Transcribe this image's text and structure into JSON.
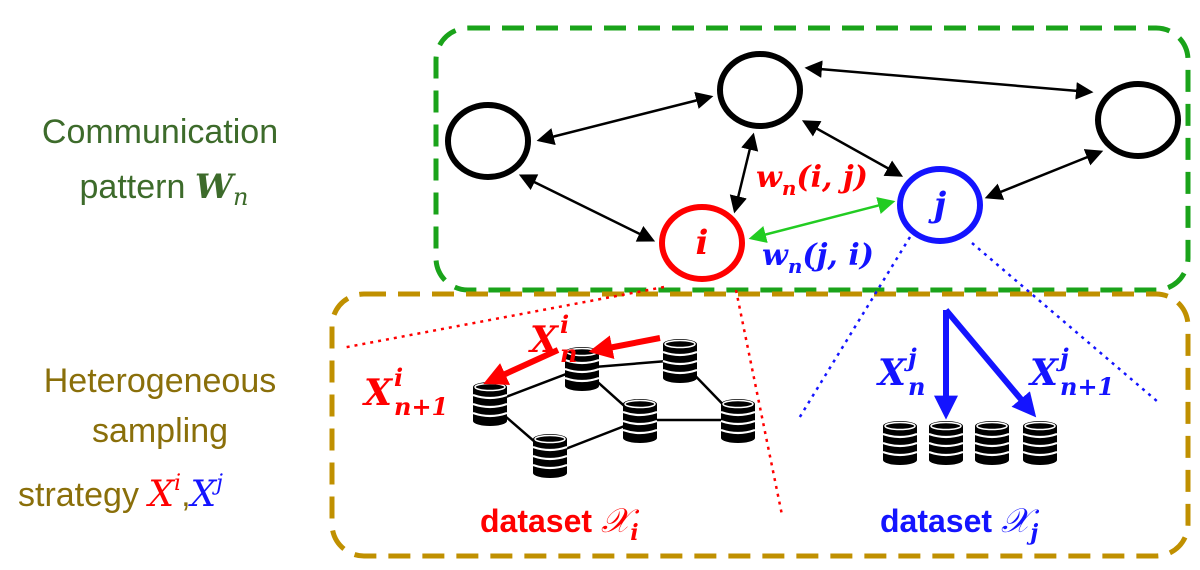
{
  "colors": {
    "comm_box": "#1aa31a",
    "sampling_box": "#c09000",
    "comm_text": "#3d6b2b",
    "sampling_text": "#8a6f0a",
    "red": "#ff0000",
    "blue": "#1414ff",
    "green_arrow": "#22cc22",
    "black": "#000000"
  },
  "left_labels": {
    "comm_line1": "Communication",
    "comm_line2": "pattern ",
    "comm_symbol": "W",
    "comm_sub": "n",
    "sampling_line1": "Heterogeneous",
    "sampling_line2": "sampling",
    "sampling_line3": "strategy ",
    "xi_base": "X",
    "xi_sup": "i",
    "comma": ",",
    "xj_base": "X",
    "xj_sup": "j"
  },
  "nodes": {
    "i_label": "i",
    "j_label": "j"
  },
  "edge_weights": {
    "wij_base": "w",
    "wij_sub": "n",
    "wij_args": "(i, j)",
    "wji_base": "w",
    "wji_sub": "n",
    "wji_args": "(j, i)"
  },
  "samples": {
    "xn_i_base": "X",
    "xn_i_sup": "i",
    "xn_i_sub": "n",
    "xn1_i_base": "X",
    "xn1_i_sup": "i",
    "xn1_i_sub": "n+1",
    "xn_j_base": "X",
    "xn_j_sup": "j",
    "xn_j_sub": "n",
    "xn1_j_base": "X",
    "xn1_j_sup": "j",
    "xn1_j_sub": "n+1"
  },
  "datasets": {
    "i_word": "dataset ",
    "i_symbol": "𝒳",
    "i_sub": "i",
    "j_word": "dataset ",
    "j_symbol": "𝒳",
    "j_sub": "j"
  },
  "icons": {
    "database": "database-stack-icon",
    "arrow": "arrow-icon"
  }
}
